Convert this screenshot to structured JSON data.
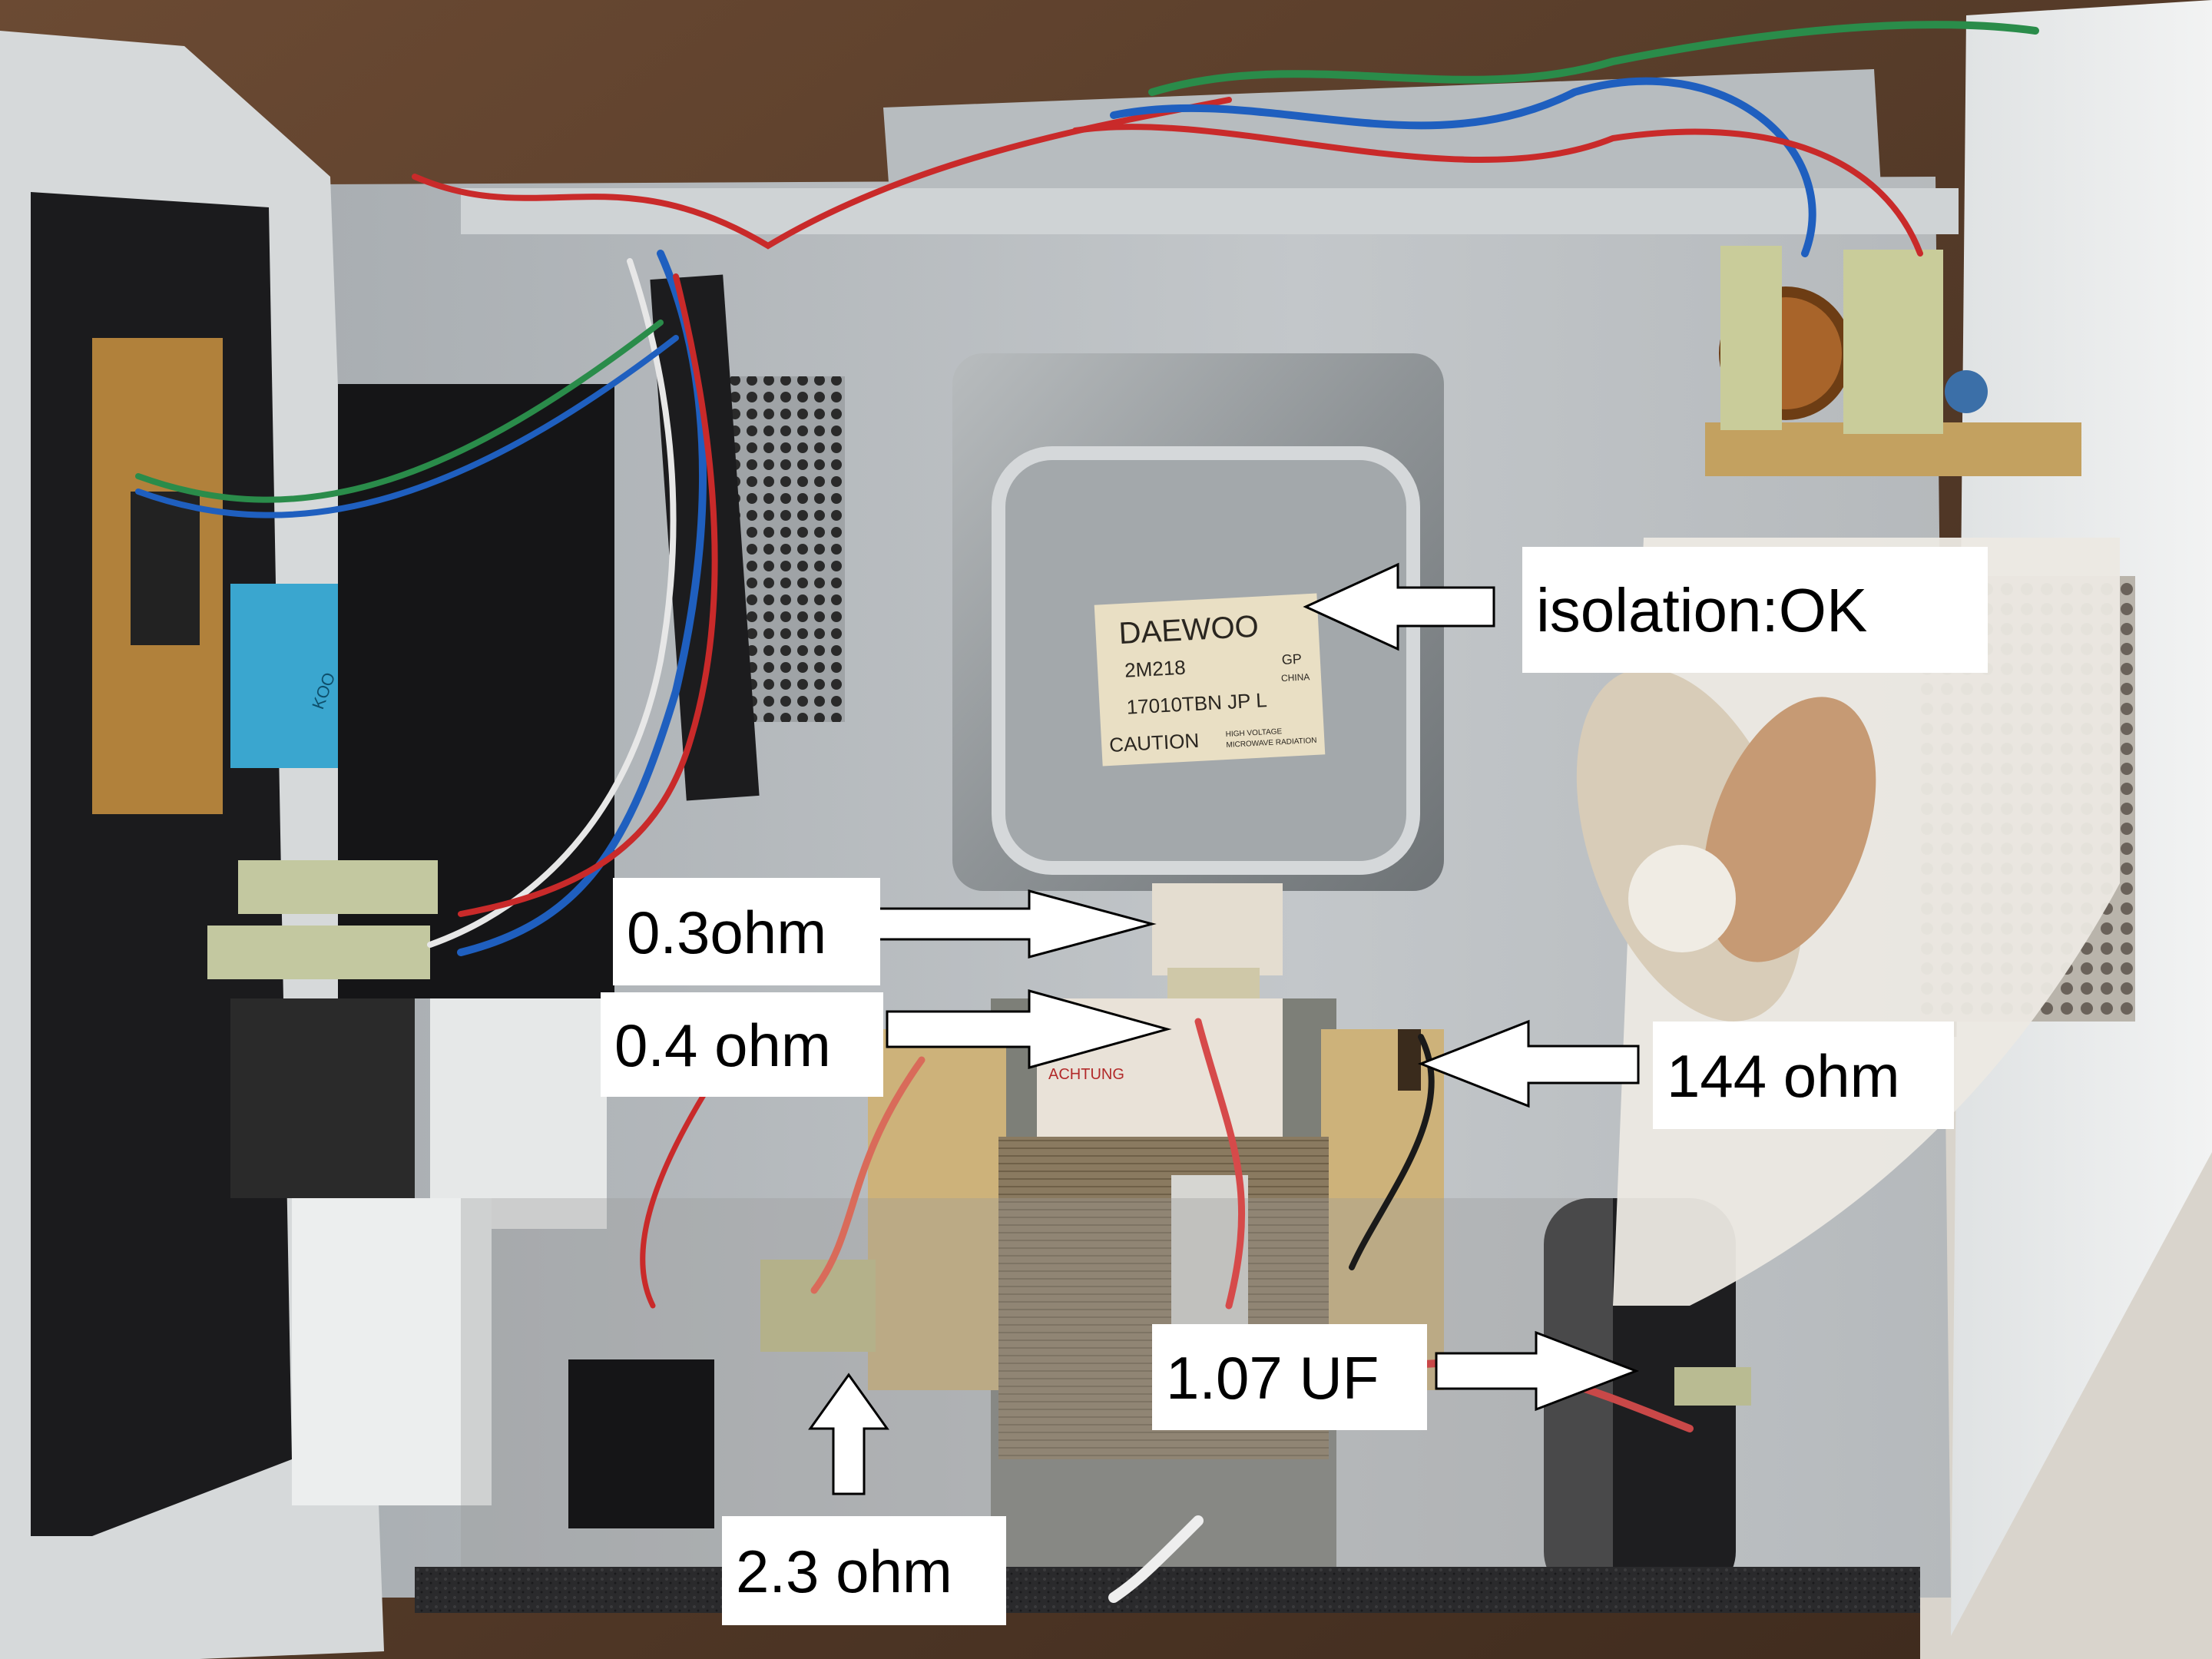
{
  "photo": {
    "subject": "opened microwave oven interior",
    "magnetron_sticker": {
      "brand": "DAEWOO",
      "model": "2M218",
      "code": "17010TBN JP L",
      "origin": "CHINA",
      "mark": "GP",
      "warning": "CAUTION",
      "warning_detail_1": "HIGH VOLTAGE",
      "warning_detail_2": "MICROWAVE RADIATION"
    },
    "ribbon_text": "KOO",
    "transformer_sticker": "ACHTUNG"
  },
  "annotations": {
    "isolation": "isolation:OK",
    "filament_terminal_1": "0.3ohm",
    "filament_terminal_2": "0.4 ohm",
    "diode": "144 ohm",
    "capacitor": "1.07 UF",
    "primary_winding": "2.3 ohm"
  },
  "colors": {
    "label_bg": "#ffffff",
    "label_text": "#000000",
    "arrow_fill": "#ffffff",
    "arrow_stroke": "#000000"
  }
}
